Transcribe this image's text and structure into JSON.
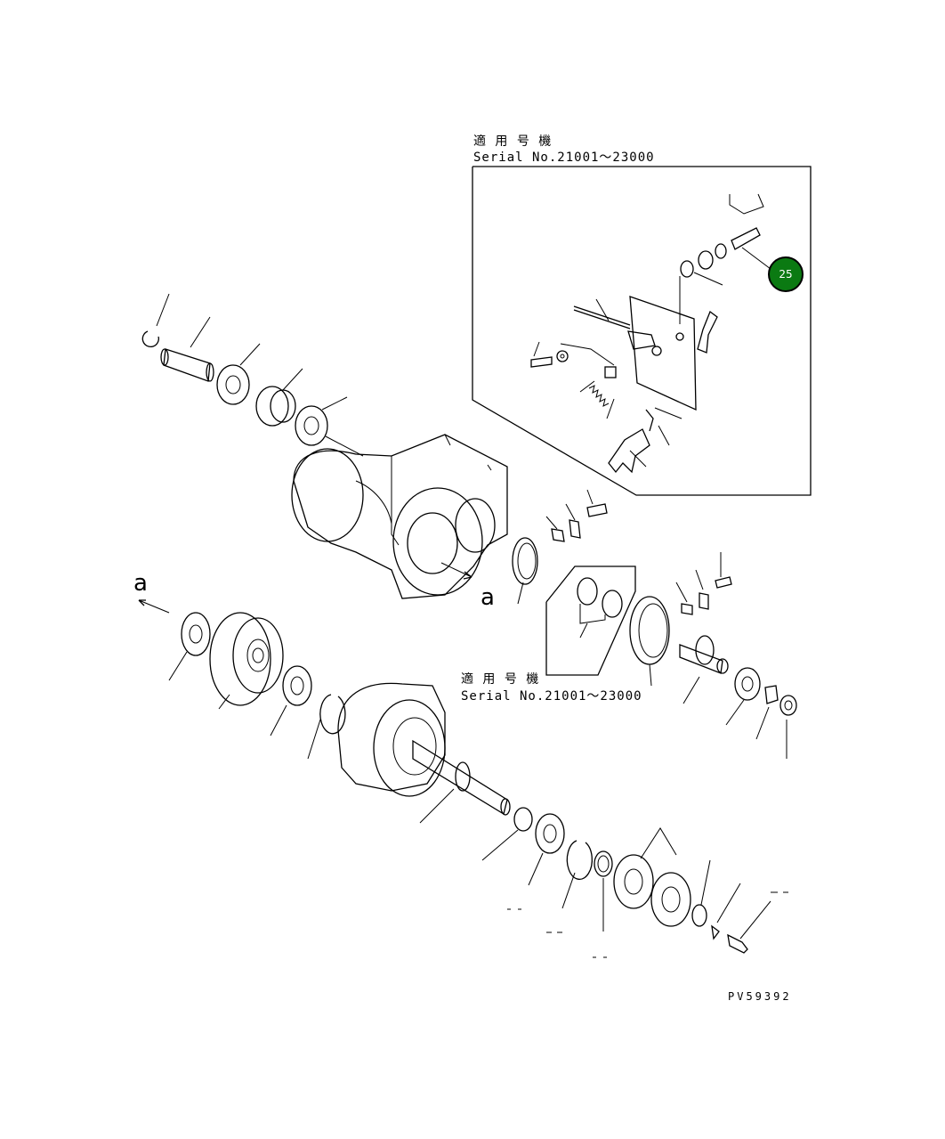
{
  "drawing": {
    "drawing_number": "PV59392",
    "inset_top": {
      "applicability_jp": "適 用 号 機",
      "serial": "Serial No.21001〜23000"
    },
    "inset_middle": {
      "applicability_jp": "適 用 号 機",
      "serial": "Serial No.21001〜23000"
    },
    "view_marker_left": "a",
    "view_marker_right": "a",
    "highlighted_callout": {
      "number": "25",
      "color": "#0b7a12"
    }
  }
}
